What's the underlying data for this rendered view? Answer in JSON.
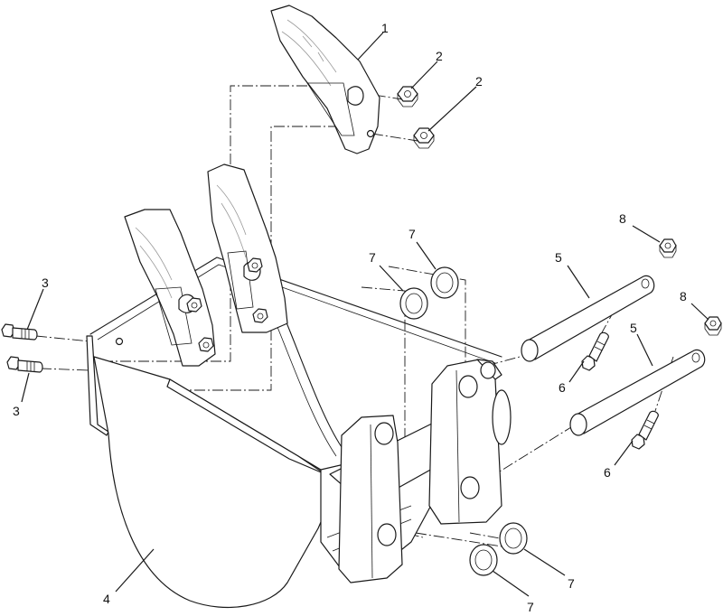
{
  "callouts": [
    {
      "id": "c1",
      "text": "1"
    },
    {
      "id": "c2a",
      "text": "2"
    },
    {
      "id": "c2b",
      "text": "2"
    },
    {
      "id": "c3a",
      "text": "3"
    },
    {
      "id": "c3b",
      "text": "3"
    },
    {
      "id": "c4",
      "text": "4"
    },
    {
      "id": "c5a",
      "text": "5"
    },
    {
      "id": "c5b",
      "text": "5"
    },
    {
      "id": "c6a",
      "text": "6"
    },
    {
      "id": "c6b",
      "text": "6"
    },
    {
      "id": "c7a",
      "text": "7"
    },
    {
      "id": "c7b",
      "text": "7"
    },
    {
      "id": "c7c",
      "text": "7"
    },
    {
      "id": "c7d",
      "text": "7"
    },
    {
      "id": "c8a",
      "text": "8"
    },
    {
      "id": "c8b",
      "text": "8"
    }
  ]
}
